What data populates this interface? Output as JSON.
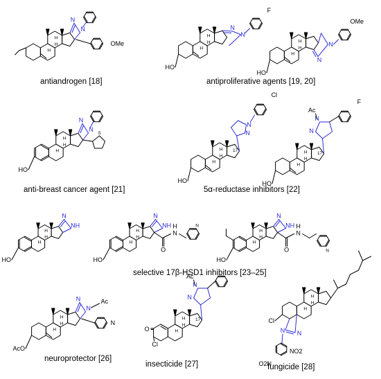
{
  "captions": {
    "c1": "antiandrogen [18]",
    "c2": "antiproliferative agents [19, 20]",
    "c3": "anti-breast cancer agent [21]",
    "c4": "5α-reductase inhibitors [22]",
    "c5": "selective 17β-HSD1 inhibitors [23–25]",
    "c6": "neuroprotector [26]",
    "c7": "insecticide [27]",
    "c8": "fungicide [28]"
  },
  "atoms": {
    "H": "H",
    "N": "N",
    "NH": "NH",
    "NH_h": "N",
    "H_only": "H",
    "OMe": "OMe",
    "F": "F",
    "Cl": "Cl",
    "HO": "HO",
    "AcO": "AcO",
    "Ac": "Ac",
    "O": "O",
    "NO2": "NO2",
    "O2N": "O2N",
    "n17": "17",
    "S": "S"
  },
  "colors": {
    "ink": "#000000",
    "pyrazole_blue": "#2b2bd6",
    "background": "#ffffff"
  }
}
